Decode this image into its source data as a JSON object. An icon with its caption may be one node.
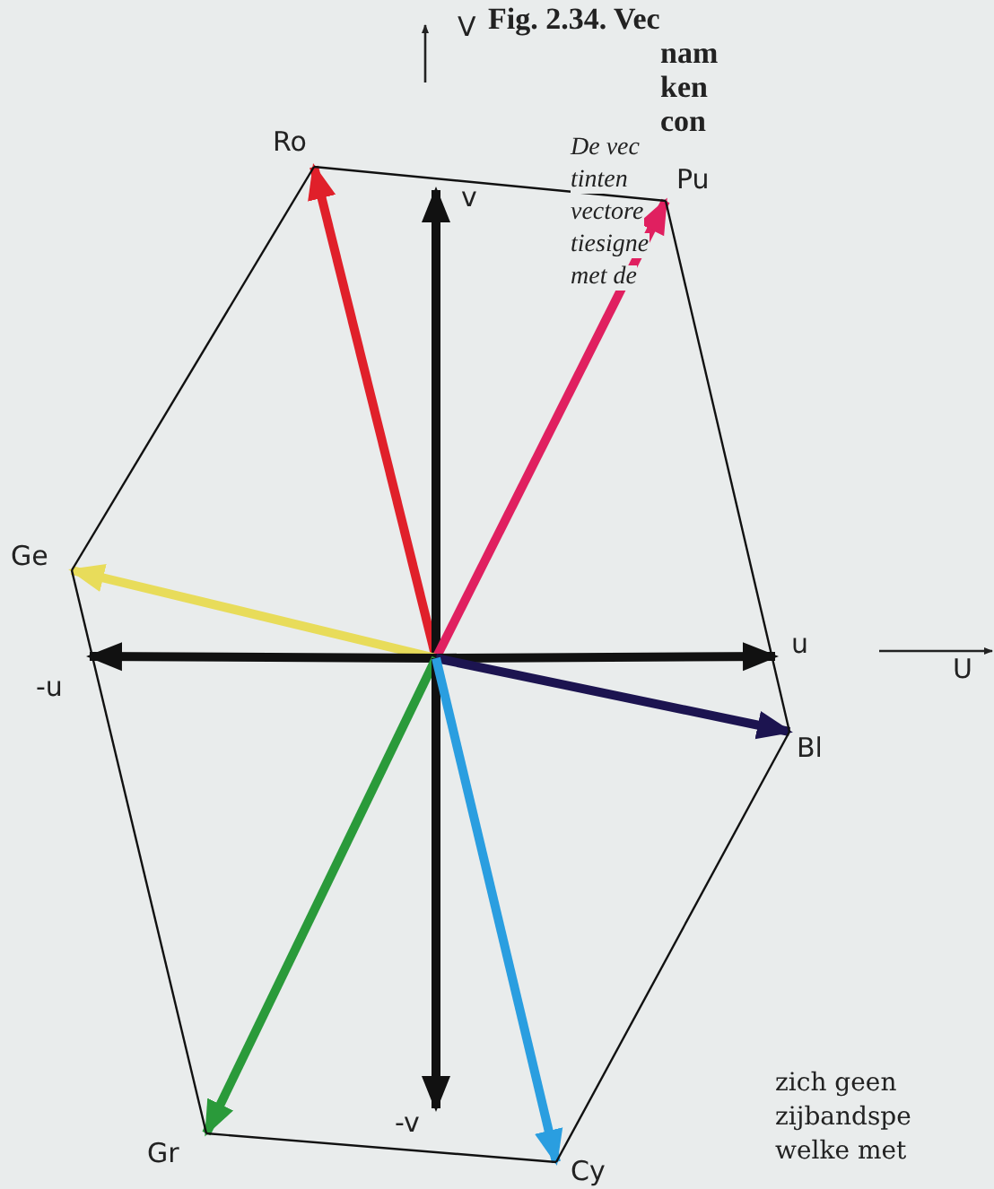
{
  "diagram": {
    "nodes": [
      {
        "text": [
          "Ro"
        ]
      },
      {
        "text": [
          "v"
        ]
      },
      {
        "text": [
          "Pu"
        ]
      },
      {
        "text": [
          "Ge"
        ]
      },
      {
        "text": [
          "-u"
        ]
      },
      {
        "text": [
          "u"
        ]
      },
      {
        "text": [
          "Bl"
        ]
      },
      {
        "text": [
          "Gr"
        ]
      },
      {
        "text": [
          "-v"
        ]
      },
      {
        "text": [
          "Cy"
        ]
      }
    ],
    "edges": [
      {
        "from": null,
        "to": 0,
        "arrow": "to",
        "color": "#e0202a"
      },
      {
        "from": null,
        "to": 1,
        "arrow": "to"
      },
      {
        "from": null,
        "to": 2,
        "arrow": "to",
        "color": "#e02060"
      },
      {
        "from": null,
        "to": 3,
        "arrow": "to",
        "color": "#e8dc5a"
      },
      {
        "from": null,
        "to": 4,
        "arrow": "to"
      },
      {
        "from": null,
        "to": 5,
        "arrow": "to"
      },
      {
        "from": null,
        "to": 6,
        "arrow": "to",
        "color": "#1c1450"
      },
      {
        "from": null,
        "to": 7,
        "arrow": "to",
        "color": "#2a9a3a"
      },
      {
        "from": null,
        "to": 8,
        "arrow": "to"
      },
      {
        "from": null,
        "to": 9,
        "arrow": "to",
        "color": "#2a9ee0"
      },
      {
        "from": 0,
        "to": 2,
        "arrow": "none"
      },
      {
        "from": 2,
        "to": 6,
        "arrow": "none"
      },
      {
        "from": 6,
        "to": 9,
        "arrow": "none"
      },
      {
        "from": 9,
        "to": 7,
        "arrow": "none"
      },
      {
        "from": 7,
        "to": 3,
        "arrow": "none"
      },
      {
        "from": 3,
        "to": 0,
        "arrow": "none"
      }
    ],
    "labels": [
      "V",
      "U",
      "Fig. 2.34. Vec",
      "nam",
      "ken",
      "con",
      "De vec",
      "tinten",
      "vectore",
      "tiesigne",
      "met de",
      "zich geen",
      "zijbandspe",
      "welke met"
    ]
  }
}
